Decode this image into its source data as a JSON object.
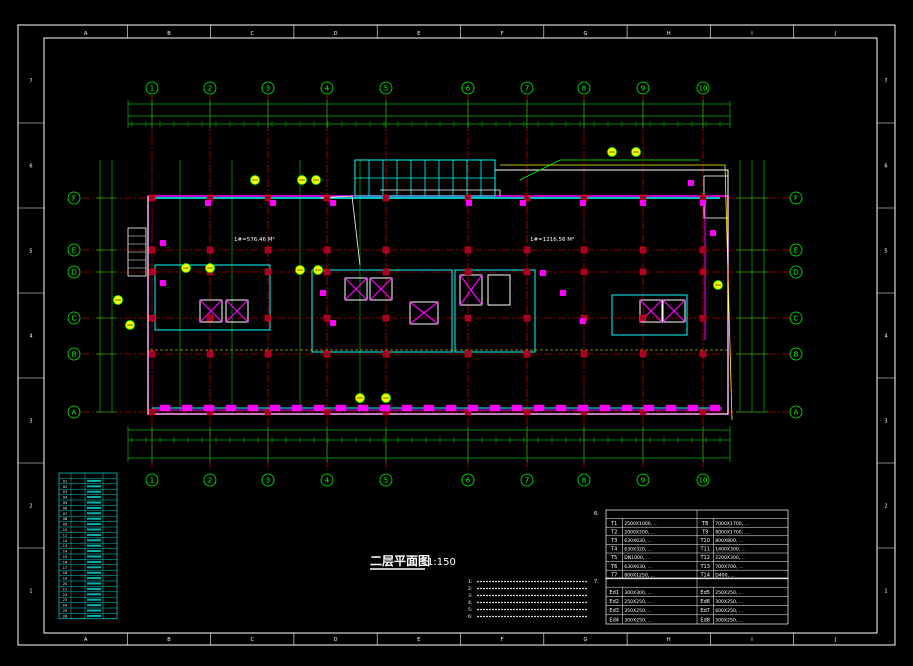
{
  "drawing": {
    "title": "二层平面图",
    "scale": "1:150"
  },
  "grid": {
    "columns": [
      "1",
      "2",
      "3",
      "4",
      "5",
      "6",
      "7",
      "8",
      "9",
      "10"
    ],
    "rows": [
      "F",
      "E",
      "D",
      "C",
      "B",
      "A"
    ]
  },
  "border_marks": {
    "top": [
      "A",
      "B",
      "C",
      "D",
      "E",
      "F",
      "G",
      "H",
      "I",
      "J"
    ],
    "side": [
      "7",
      "6",
      "5",
      "4",
      "3",
      "2",
      "1"
    ]
  },
  "rooms": {
    "main_area": "1#=576.46 M²",
    "right_area": "1#=1216.56 M²"
  },
  "schedule_t": {
    "number": "6.",
    "rows": [
      {
        "code": "T1",
        "spec": "2500X1000, ..."
      },
      {
        "code": "T2",
        "spec": "2000X200, ..."
      },
      {
        "code": "T3",
        "spec": "630X630, ..."
      },
      {
        "code": "T4",
        "spec": "630X320, ..."
      },
      {
        "code": "T5",
        "spec": "DN1000, ..."
      },
      {
        "code": "T6",
        "spec": "630X630, ..."
      },
      {
        "code": "T7",
        "spec": "800X1250, ..."
      },
      {
        "code": "T8",
        "spec": "7000X1700, ..."
      },
      {
        "code": "T9",
        "spec": "8000X1700, ..."
      },
      {
        "code": "T10",
        "spec": "800X800, ..."
      },
      {
        "code": "T11",
        "spec": "1400X300, ..."
      },
      {
        "code": "T12",
        "spec": "2200X300, ..."
      },
      {
        "code": "T13",
        "spec": "700X700, ..."
      },
      {
        "code": "T14",
        "spec": "D400, ..."
      }
    ]
  },
  "schedule_e": {
    "number": "7.",
    "rows": [
      {
        "code": "Ed1",
        "spec": "300X300, ..."
      },
      {
        "code": "Ed2",
        "spec": "250X250, ..."
      },
      {
        "code": "Ed3",
        "spec": "350X250, ..."
      },
      {
        "code": "Ed4",
        "spec": "300X250, ..."
      },
      {
        "code": "Ed5",
        "spec": "250X250, ..."
      },
      {
        "code": "Ed6",
        "spec": "300X250, ..."
      },
      {
        "code": "Ed7",
        "spec": "600X250, ..."
      },
      {
        "code": "Ed8",
        "spec": "500X250, ..."
      }
    ]
  },
  "legend_rows": [
    "01",
    "02",
    "03",
    "04",
    "05",
    "06",
    "07",
    "08",
    "09",
    "10",
    "11",
    "12",
    "13",
    "14",
    "15",
    "16",
    "17",
    "18",
    "19",
    "20",
    "21",
    "22",
    "23",
    "24",
    "25",
    "26"
  ],
  "notes": [
    "1:",
    "2:",
    "3:",
    "4:",
    "5:",
    "6:"
  ],
  "colors": {
    "background": "#000000",
    "border": "#ffffff",
    "green": "#00ff00",
    "red": "#ff0000",
    "cyan": "#00ffff",
    "magenta": "#ff00ff",
    "white": "#ffffff",
    "yellow": "#ffff00"
  }
}
